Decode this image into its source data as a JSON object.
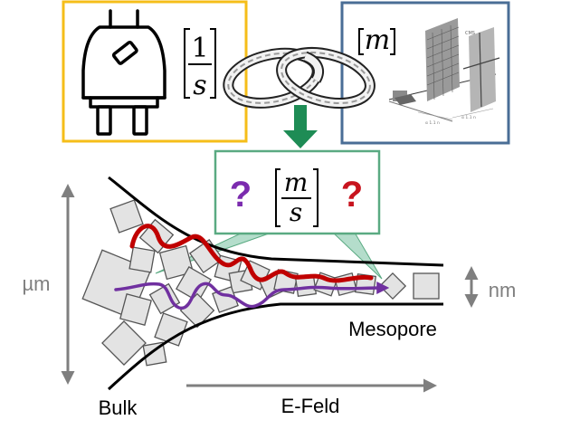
{
  "plug_box": {
    "border_color": "#F5BE19",
    "icon": "electrical-plug-icon",
    "unit_numerator": "1",
    "unit_denominator": "s"
  },
  "rings": {
    "icon": "interlocked-rings-icon"
  },
  "scatter_box": {
    "border_color": "#4A6E96",
    "unit_label": "m",
    "setup_labels": [
      "α 1.1 n",
      "α 1.1 n"
    ]
  },
  "arrow_color": "#1E8C55",
  "question_box": {
    "border_color": "#5AAA82",
    "fill_color": "#9BD2B9",
    "question_left": "?",
    "question_left_color": "#7B2BAE",
    "unit_numerator": "m",
    "unit_denominator": "s",
    "question_right": "?",
    "question_right_color": "#C8141E"
  },
  "pore": {
    "particle_fill": "#E3E3E3",
    "red_path_color": "#C00000",
    "purple_path_color": "#7030A0"
  },
  "labels": {
    "micrometer": "µm",
    "nanometer": "nm",
    "mesopore": "Mesopore",
    "bulk": "Bulk",
    "efield": "E-Feld",
    "axis_color": "#7F7F7F"
  }
}
